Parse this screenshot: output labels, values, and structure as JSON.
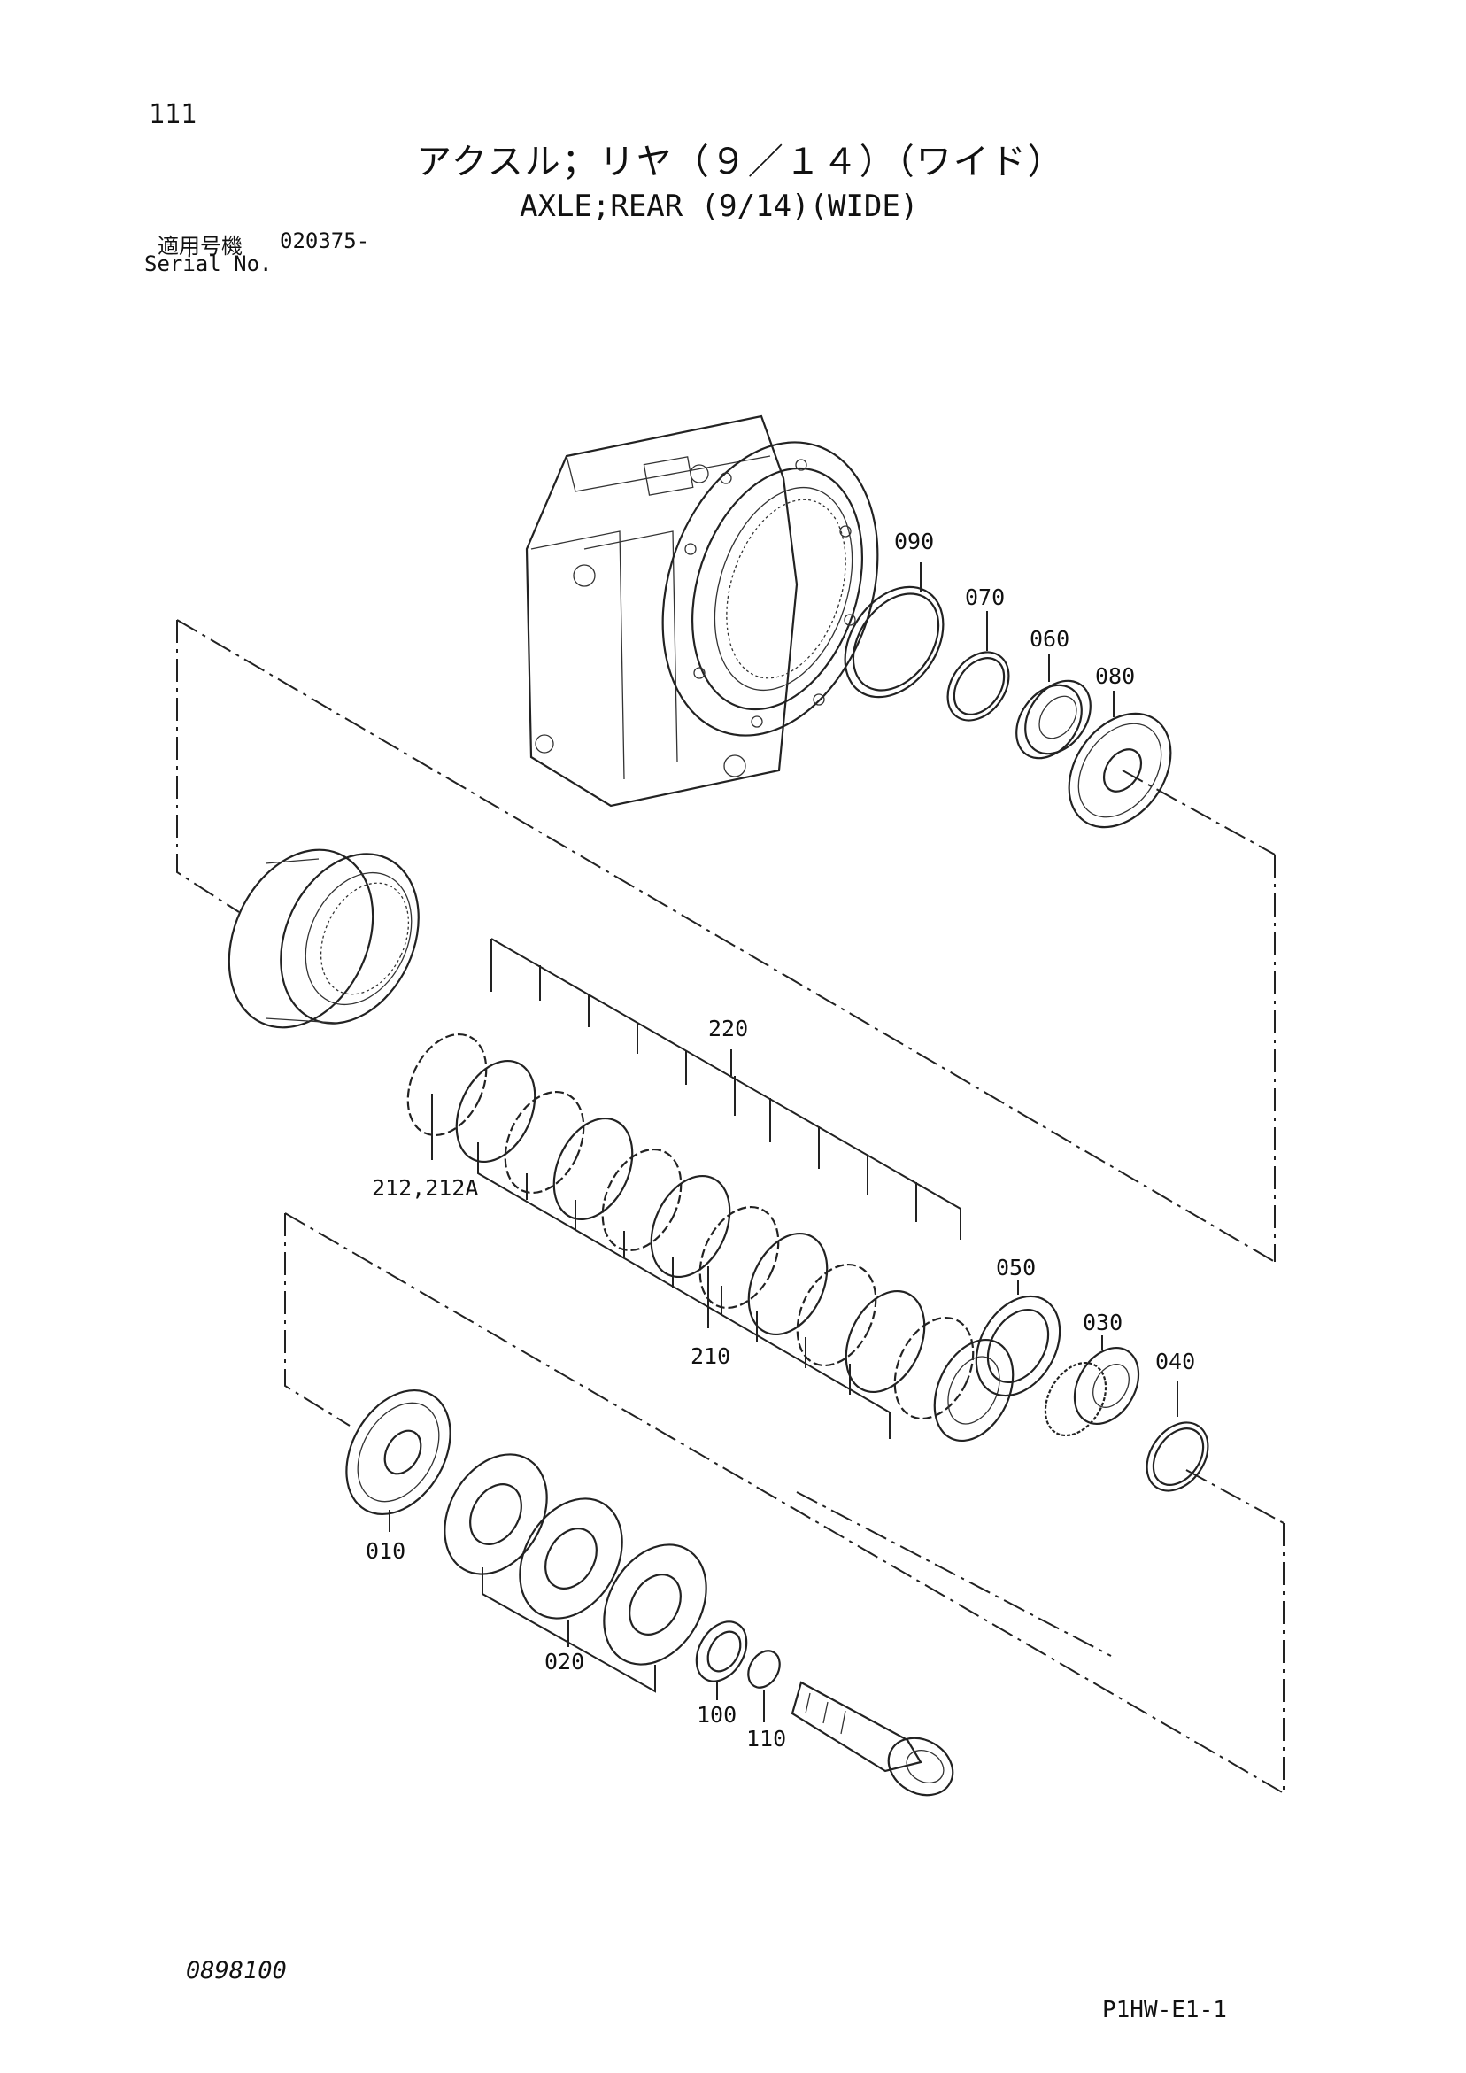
{
  "header": {
    "page_number": "111",
    "title_ja": "アクスル；リヤ（９／１４）（ワイド）",
    "title_en": "AXLE;REAR (9/14)(WIDE)",
    "serial_label_ja": "適用号機",
    "serial_value": "020375-",
    "serial_label_en": "Serial No."
  },
  "parts": {
    "p090": "090",
    "p070": "070",
    "p060": "060",
    "p080": "080",
    "p220": "220",
    "p212": "212,212A",
    "p210": "210",
    "p050": "050",
    "p030": "030",
    "p040": "040",
    "p010": "010",
    "p020": "020",
    "p100": "100",
    "p110": "110"
  },
  "footer": {
    "doc_code": "0898100",
    "sheet_code": "P1HW-E1-1"
  }
}
